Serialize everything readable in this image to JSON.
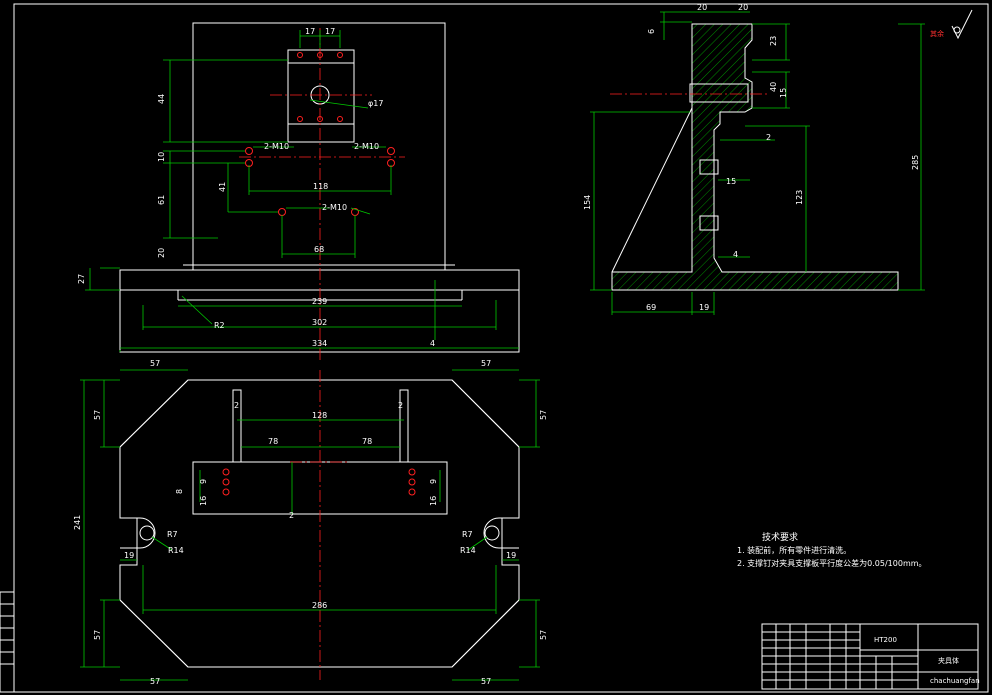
{
  "dims_top": {
    "d17a": "17",
    "d17b": "17",
    "d44": "44",
    "phi17": "φ17",
    "m10_left": "2-M10",
    "m10_right": "2-M10",
    "m10_bottom": "2-M10",
    "d10": "10",
    "d41": "41",
    "d61": "61",
    "d118": "118",
    "d68": "68",
    "d20": "20",
    "d27": "27",
    "d239": "239",
    "r2": "R2",
    "d302": "302",
    "d334": "334",
    "d4": "4"
  },
  "dims_plan": {
    "d57_tl": "57",
    "d57_tr": "57",
    "d57_ls": "57",
    "d57_rs": "57",
    "d128": "128",
    "d78a": "78",
    "d78b": "78",
    "d2a": "2",
    "d2b": "2",
    "d8": "8",
    "d9a": "9",
    "d9b": "9",
    "d16a": "16",
    "d16b": "16",
    "d2c": "2",
    "d241": "241",
    "r7a": "R7",
    "r14a": "R14",
    "r7b": "R7",
    "r14b": "R14",
    "d19a": "19",
    "d19b": "19",
    "d286": "286",
    "d57_lb": "57",
    "d57_rb": "57",
    "d57_bl": "57",
    "d57_br": "57"
  },
  "dims_side": {
    "d20a": "20",
    "d20b": "20",
    "d6": "6",
    "d23": "23",
    "d40": "40",
    "d15a": "15",
    "d2": "2",
    "d15b": "15",
    "d154": "154",
    "d123": "123",
    "d4": "4",
    "d285": "285",
    "d69": "69",
    "d19": "19"
  },
  "roughness_label": "其余",
  "tech_notes": {
    "title": "技术要求",
    "line1": "1. 装配前，所有零件进行清洗。",
    "line2": "2. 支撑钉对夹具支撑板平行度公差为0.05/100mm。"
  },
  "title_block": {
    "material": "HT200",
    "part_name": "夹具体",
    "watermark": "chachuangfan"
  },
  "colors": {
    "outline": "#ffffff",
    "dimension": "#00c800",
    "centerline": "#ff2020",
    "background": "#000000"
  }
}
